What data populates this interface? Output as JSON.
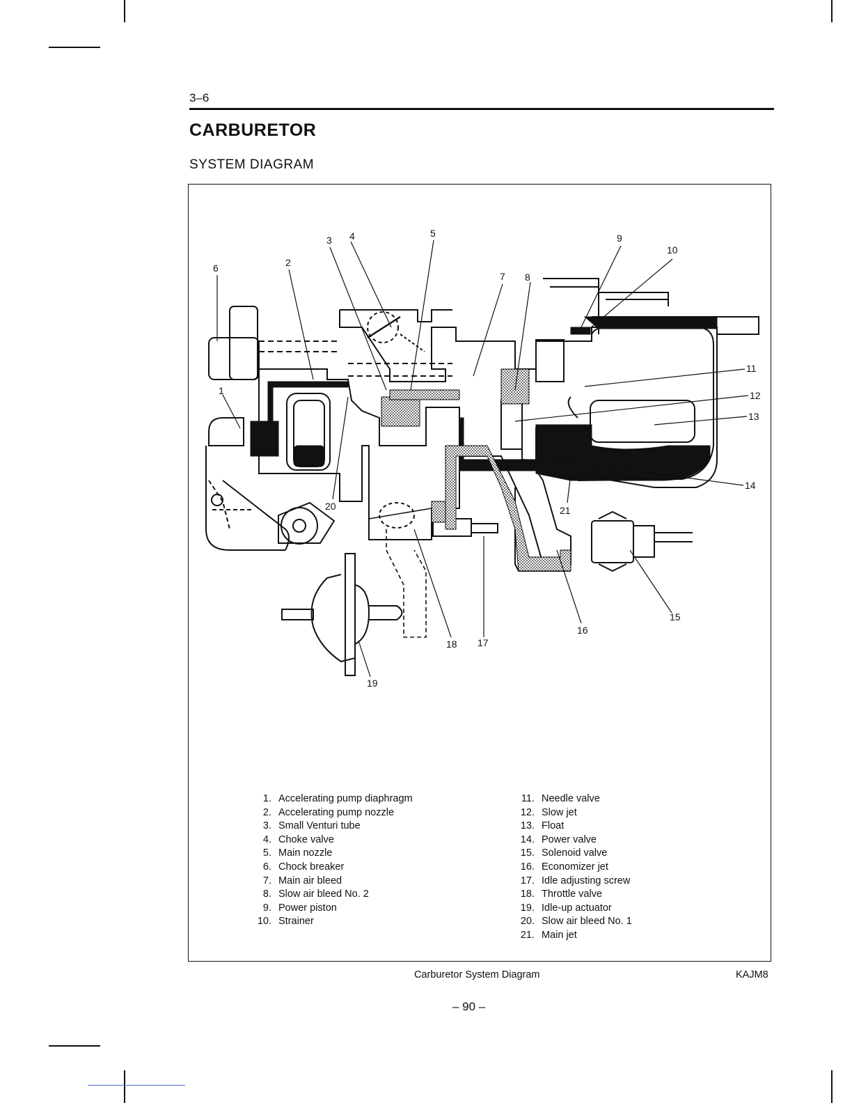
{
  "header": {
    "section_number": "3–6",
    "title": "CARBURETOR",
    "subtitle": "SYSTEM DIAGRAM"
  },
  "diagram": {
    "callouts": [
      "1",
      "2",
      "3",
      "4",
      "5",
      "6",
      "7",
      "8",
      "9",
      "10",
      "11",
      "12",
      "13",
      "14",
      "15",
      "16",
      "17",
      "18",
      "19",
      "20",
      "21"
    ]
  },
  "legend": {
    "left": [
      {
        "num": "1.",
        "label": "Accelerating pump diaphragm"
      },
      {
        "num": "2.",
        "label": "Accelerating pump nozzle"
      },
      {
        "num": "3.",
        "label": "Small Venturi tube"
      },
      {
        "num": "4.",
        "label": "Choke valve"
      },
      {
        "num": "5.",
        "label": "Main nozzle"
      },
      {
        "num": "6.",
        "label": "Chock breaker"
      },
      {
        "num": "7.",
        "label": "Main air bleed"
      },
      {
        "num": "8.",
        "label": "Slow air bleed No. 2"
      },
      {
        "num": "9.",
        "label": "Power piston"
      },
      {
        "num": "10.",
        "label": "Strainer"
      }
    ],
    "right": [
      {
        "num": "11.",
        "label": "Needle valve"
      },
      {
        "num": "12.",
        "label": "Slow jet"
      },
      {
        "num": "13.",
        "label": "Float"
      },
      {
        "num": "14.",
        "label": "Power valve"
      },
      {
        "num": "15.",
        "label": "Solenoid valve"
      },
      {
        "num": "16.",
        "label": "Economizer jet"
      },
      {
        "num": "17.",
        "label": "Idle adjusting screw"
      },
      {
        "num": "18.",
        "label": "Throttle valve"
      },
      {
        "num": "19.",
        "label": "Idle-up actuator"
      },
      {
        "num": "20.",
        "label": "Slow air bleed No. 1"
      },
      {
        "num": "21.",
        "label": "Main jet"
      }
    ]
  },
  "footer": {
    "caption": "Carburetor System Diagram",
    "code": "KAJM8",
    "page_number": "– 90 –"
  }
}
